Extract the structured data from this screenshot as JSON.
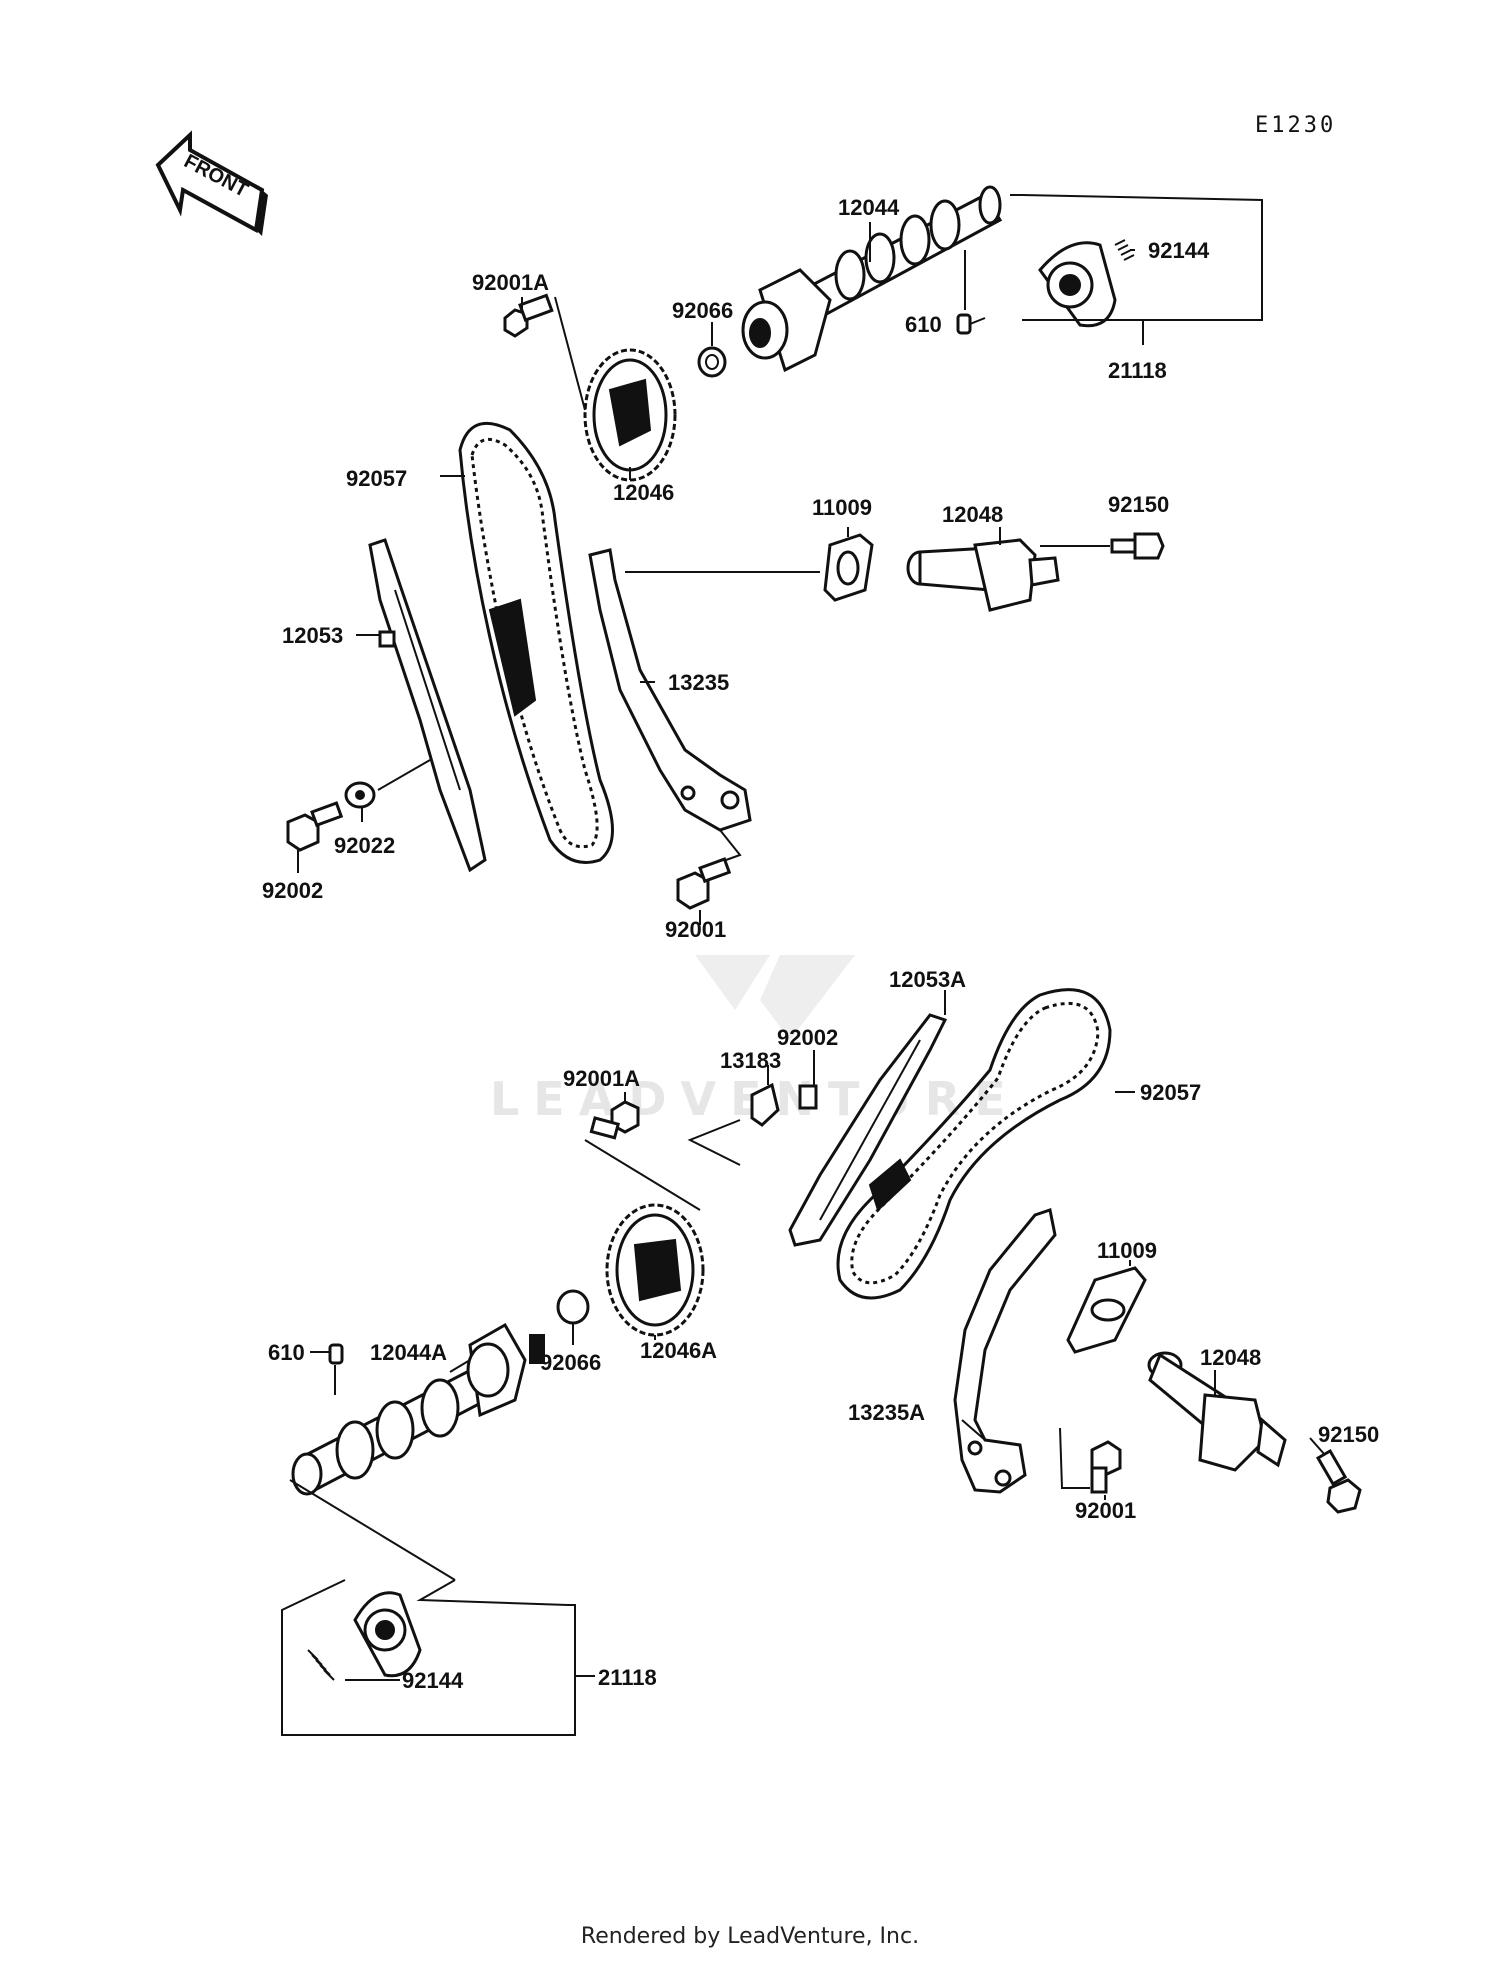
{
  "diagram_code": "E1230",
  "front_arrow_text": "FRONT",
  "watermark_text": "LEADVENTURE",
  "footer_text": "Rendered by LeadVenture, Inc.",
  "parts_upper": {
    "p12044": "12044",
    "p92001A": "92001A",
    "p92066": "92066",
    "p610": "610",
    "p92144": "92144",
    "p21118": "21118",
    "p92057": "92057",
    "p12046": "12046",
    "p11009": "11009",
    "p12048": "12048",
    "p92150": "92150",
    "p12053": "12053",
    "p13235": "13235",
    "p92022": "92022",
    "p92002": "92002",
    "p92001": "92001"
  },
  "parts_lower": {
    "p12053A": "12053A",
    "p92002": "92002",
    "p13183": "13183",
    "p92001A": "92001A",
    "p92057": "92057",
    "p11009": "11009",
    "p610": "610",
    "p12044A": "12044A",
    "p92066": "92066",
    "p12046A": "12046A",
    "p12048": "12048",
    "p92150": "92150",
    "p13235A": "13235A",
    "p92001": "92001",
    "p92144": "92144",
    "p21118": "21118"
  }
}
